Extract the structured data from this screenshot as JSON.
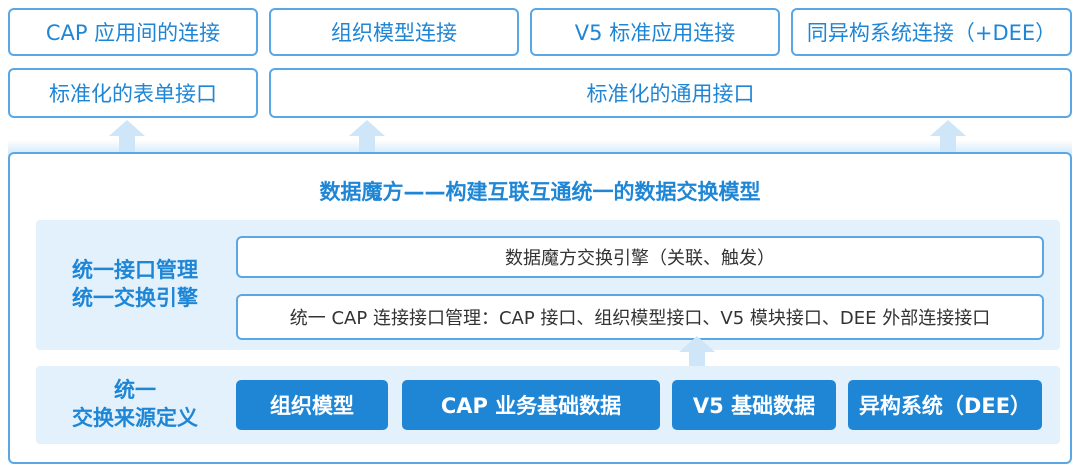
{
  "top_row": [
    "CAP 应用间的连接",
    "组织模型连接",
    "V5 标准应用连接",
    "同异构系统连接（+DEE）"
  ],
  "second_row": {
    "form_interface": "标准化的表单接口",
    "general_interface": "标准化的通用接口"
  },
  "main": {
    "title": "数据魔方——构建互联互通统一的数据交换模型",
    "management_panel": {
      "label_line1": "统一接口管理",
      "label_line2": "统一交换引擎",
      "engine": "数据魔方交换引擎（关联、触发）",
      "interfaces": "统一 CAP 连接接口管理：CAP 接口、组织模型接口、V5 模块接口、DEE 外部连接接口"
    },
    "source_panel": {
      "label_line1": "统一",
      "label_line2": "交换来源定义",
      "sources": [
        "组织模型",
        "CAP 业务基础数据",
        "V5 基础数据",
        "异构系统（DEE）"
      ]
    }
  },
  "colors": {
    "accent": "#1f86d6",
    "border": "#5aa7e6",
    "panel_bg": "#e3f1fc",
    "arrow": "#cfe6f8"
  }
}
